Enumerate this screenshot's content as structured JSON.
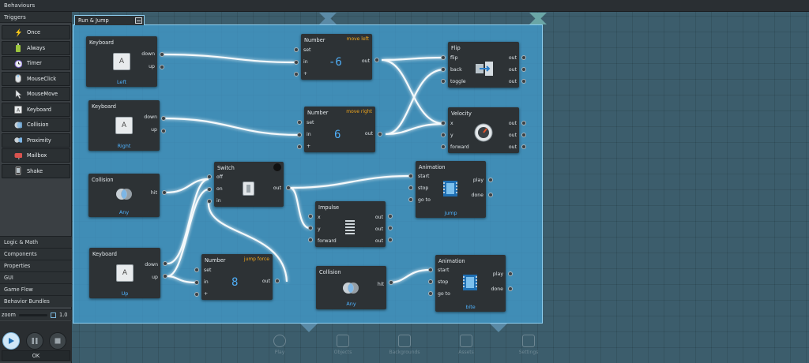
{
  "topbar": {
    "title": "Behaviours"
  },
  "sidebar": {
    "triggers_title": "Triggers",
    "triggers": [
      {
        "label": "Once",
        "icon": "lightning-icon"
      },
      {
        "label": "Always",
        "icon": "battery-icon"
      },
      {
        "label": "Timer",
        "icon": "alarm-clock-icon"
      },
      {
        "label": "MouseClick",
        "icon": "mouse-icon"
      },
      {
        "label": "MouseMove",
        "icon": "cursor-icon"
      },
      {
        "label": "Keyboard",
        "icon": "keyboard-key-icon"
      },
      {
        "label": "Collision",
        "icon": "collision-circles-icon"
      },
      {
        "label": "Proximity",
        "icon": "proximity-icon"
      },
      {
        "label": "Mailbox",
        "icon": "mailbox-icon"
      },
      {
        "label": "Shake",
        "icon": "phone-shake-icon"
      }
    ],
    "categories": [
      "Logic & Math",
      "Components",
      "Properties",
      "GUI",
      "Game Flow",
      "Behavior Bundles"
    ],
    "zoom_label": "zoom",
    "zoom_value": "1.0",
    "ok_label": "OK"
  },
  "bottombar": {
    "items": [
      "Play",
      "Objects",
      "Backgrounds",
      "Assets",
      "Settings"
    ]
  },
  "behavior": {
    "title": "Run & Jump"
  },
  "nodes": {
    "kb1": {
      "title": "Keyboard",
      "key": "A",
      "down": "down",
      "up": "up",
      "sub": "Left"
    },
    "kb2": {
      "title": "Keyboard",
      "key": "A",
      "down": "down",
      "up": "up",
      "sub": "Right"
    },
    "col1": {
      "title": "Collision",
      "hit": "hit",
      "sub": "Any"
    },
    "kb3": {
      "title": "Keyboard",
      "key": "A",
      "down": "down",
      "up": "up",
      "sub": "Up"
    },
    "num1": {
      "title": "Number",
      "value_label": "move left",
      "set": "set",
      "in": "in",
      "plus": "+",
      "out": "out",
      "value": "-6"
    },
    "num2": {
      "title": "Number",
      "value_label": "move right",
      "set": "set",
      "in": "in",
      "plus": "+",
      "out": "out",
      "value": "6"
    },
    "num3": {
      "title": "Number",
      "value_label": "jump force",
      "set": "set",
      "in": "in",
      "plus": "+",
      "out": "out",
      "value": "8"
    },
    "switch": {
      "title": "Switch",
      "off": "off",
      "on": "on",
      "in": "in",
      "out": "out"
    },
    "flip": {
      "title": "Flip",
      "flip": "flip",
      "back": "back",
      "toggle": "toggle",
      "out1": "out",
      "out2": "out",
      "out3": "out"
    },
    "vel": {
      "title": "Velocity",
      "x": "x",
      "y": "y",
      "forward": "forward",
      "out1": "out",
      "out2": "out",
      "out3": "out"
    },
    "imp": {
      "title": "Impulse",
      "x": "x",
      "y": "y",
      "forward": "forward",
      "out1": "out",
      "out2": "out",
      "out3": "out"
    },
    "anim1": {
      "title": "Animation",
      "start": "start",
      "stop": "stop",
      "goto": "go to",
      "play": "play",
      "done": "done",
      "sub": "jump"
    },
    "col2": {
      "title": "Collision",
      "hit": "hit",
      "sub": "Any"
    },
    "anim2": {
      "title": "Animation",
      "start": "start",
      "stop": "stop",
      "goto": "go to",
      "play": "play",
      "done": "done",
      "sub": "bite"
    }
  },
  "colors": {
    "accent": "#4fb3ff",
    "highlight": "#f2a71d",
    "panel": "#2d3235",
    "canvas": "#3c5d6c",
    "behavior_bg": "#42a0d2"
  }
}
